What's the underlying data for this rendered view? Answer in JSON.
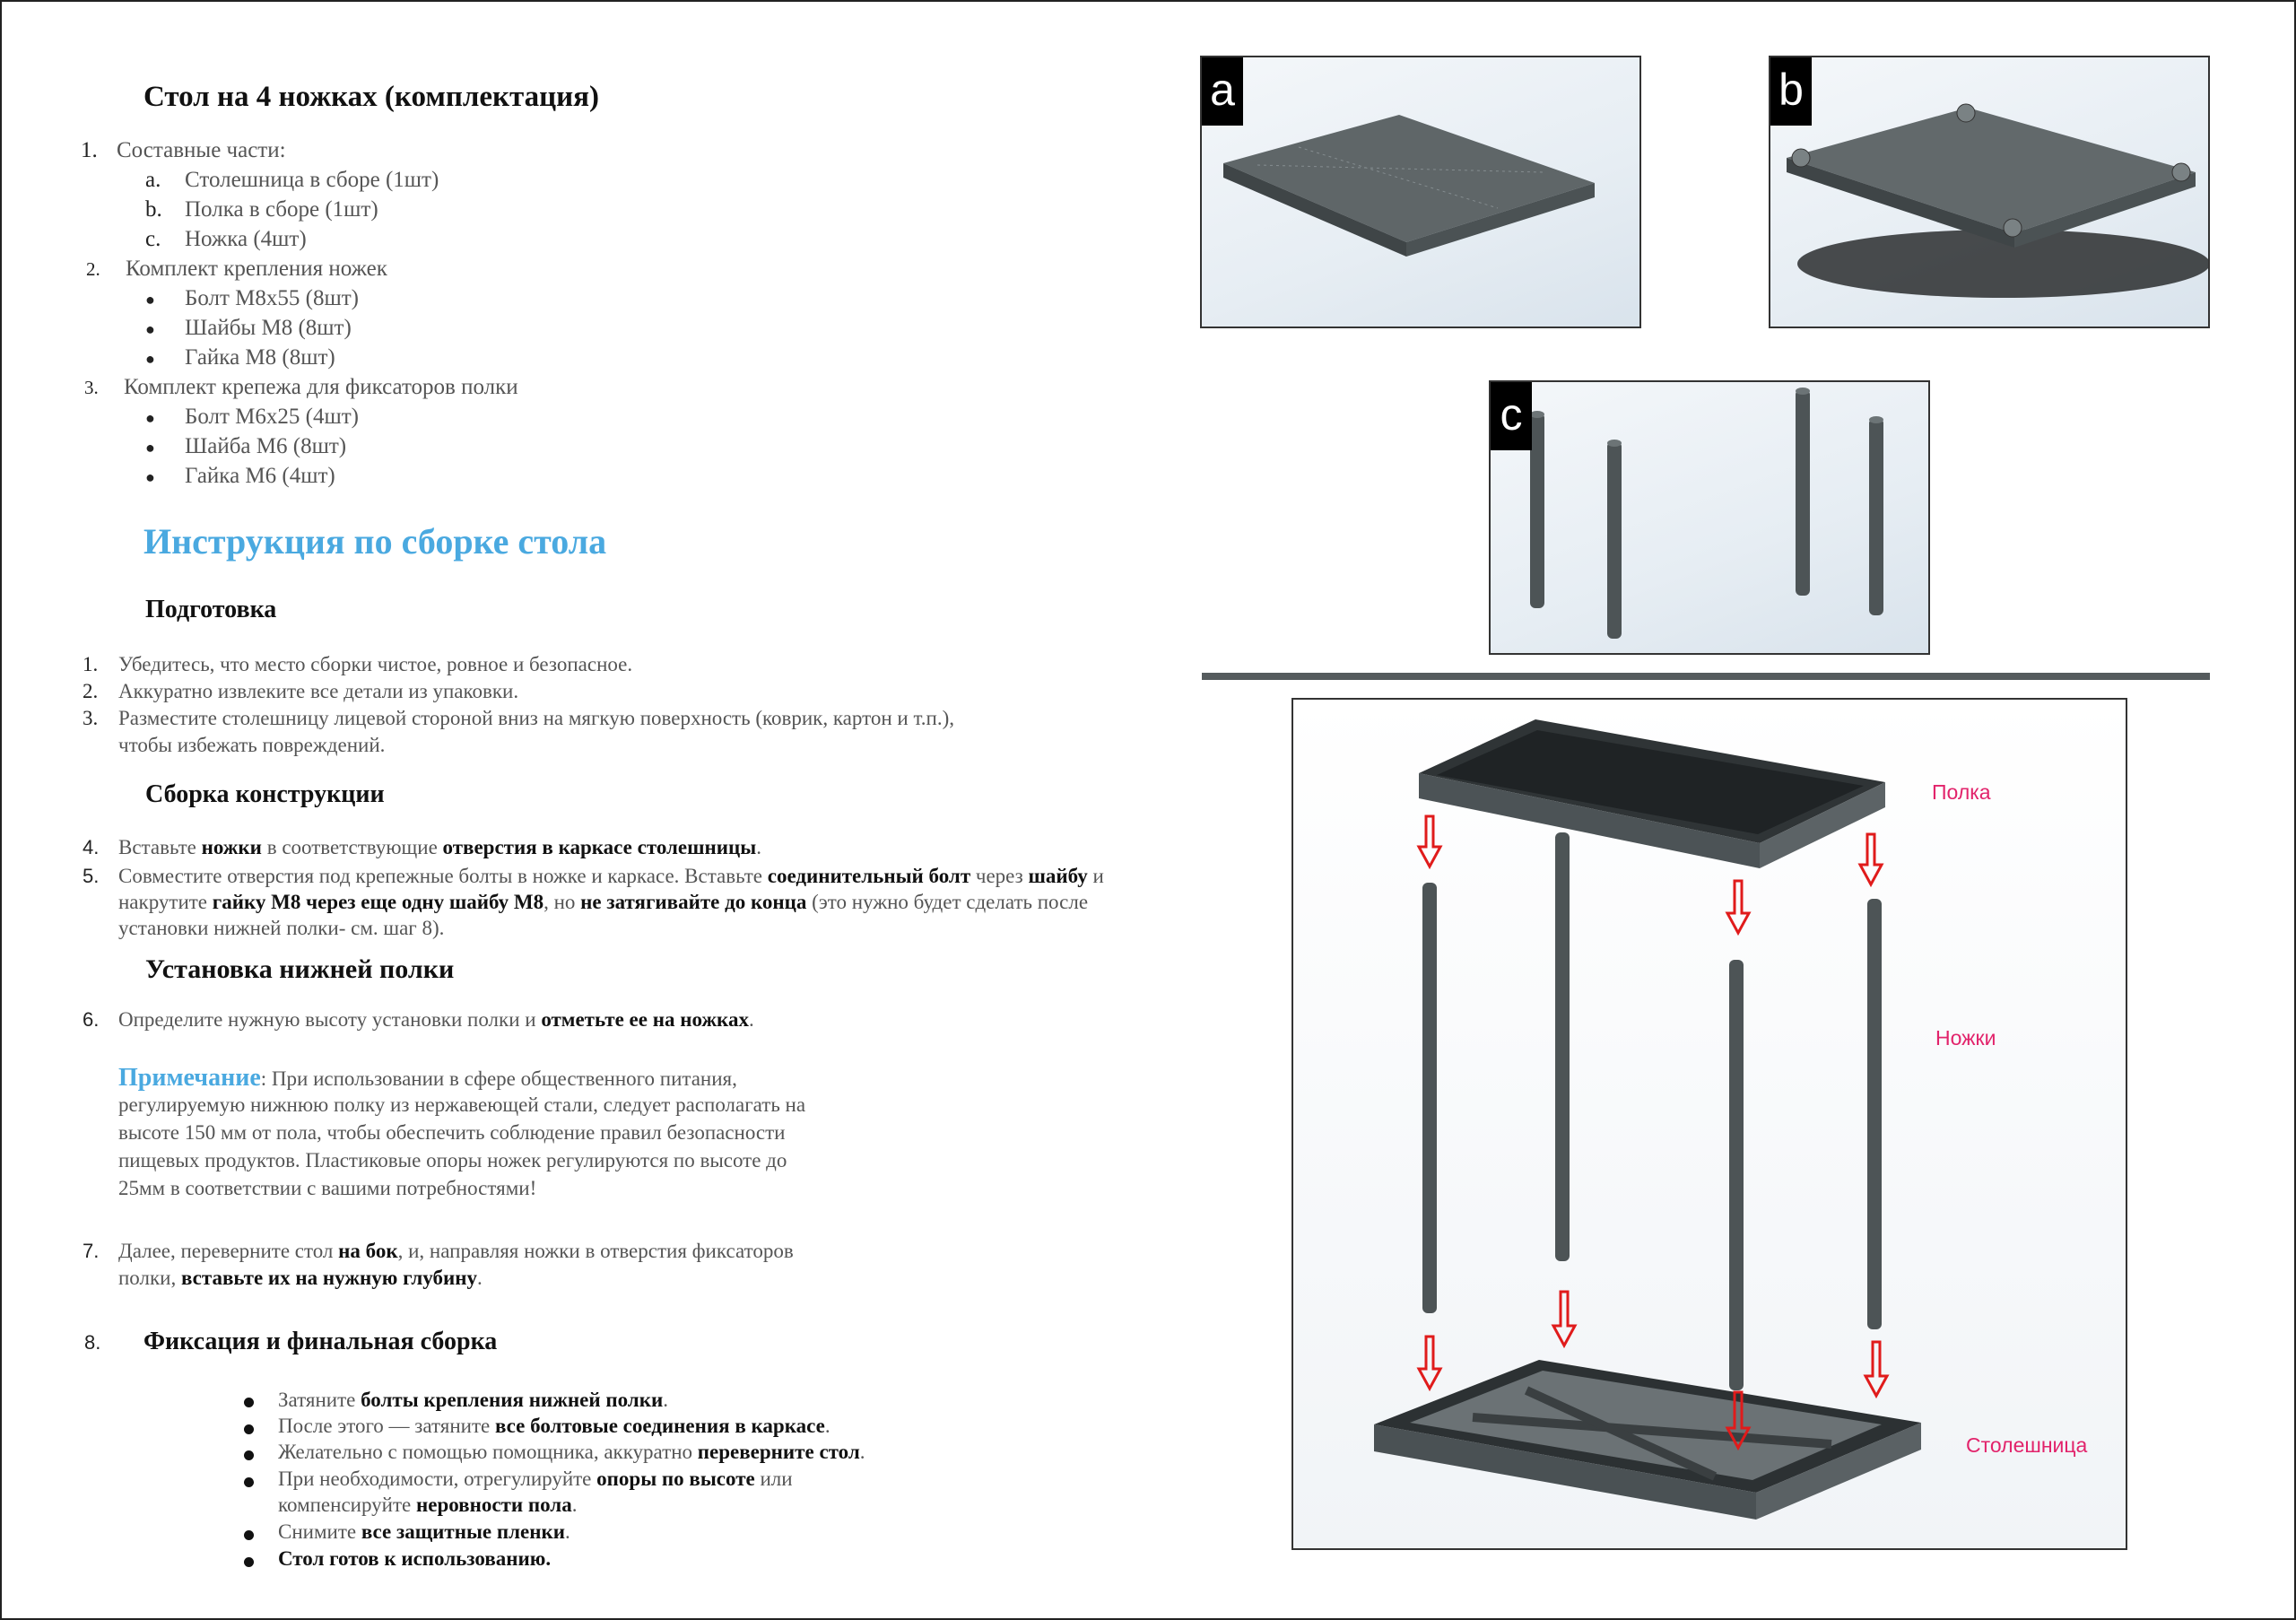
{
  "title": "Стол на 4 ножках (комплектация)",
  "parts": [
    {
      "num": "1.",
      "text": "Составные части:",
      "sub": [
        {
          "mark": "a.",
          "text": "Столешница в сборе (1шт)"
        },
        {
          "mark": "b.",
          "text": "Полка в сборе (1шт)"
        },
        {
          "mark": "c.",
          "text": "Ножка (4шт)"
        }
      ]
    },
    {
      "num": "2.",
      "text": "Комплект крепления ножек",
      "sub": [
        {
          "mark": "●",
          "text": "Болт М8х55 (8шт)"
        },
        {
          "mark": "●",
          "text": "Шайбы М8 (8шт)"
        },
        {
          "mark": "●",
          "text": "Гайка М8 (8шт)"
        }
      ]
    },
    {
      "num": "3.",
      "text": "Комплект крепежа для фиксаторов полки",
      "sub": [
        {
          "mark": "●",
          "text": "Болт М6х25 (4шт)"
        },
        {
          "mark": "●",
          "text": "Шайба М6 (8шт)"
        },
        {
          "mark": "●",
          "text": "Гайка М6 (4шт)"
        }
      ]
    }
  ],
  "instructions_heading": "Инструкция по сборке стола",
  "prep_heading": "Подготовка",
  "prep_steps": [
    {
      "num": "1.",
      "text": "Убедитесь, что место сборки чистое, ровное и безопасное."
    },
    {
      "num": "2.",
      "text": "Аккуратно извлеките все детали из упаковки."
    },
    {
      "num": "3.",
      "text": "Разместите столешницу лицевой стороной вниз на мягкую поверхность (коврик, картон и т.п.),"
    },
    {
      "num": "",
      "text": "чтобы избежать повреждений."
    }
  ],
  "assembly_heading": "Сборка конструкции",
  "step4": {
    "num": "4.",
    "p1": "Вставьте ",
    "b1": "ножки",
    "p2": " в соответствующие ",
    "b2": "отверстия в каркасе столешницы",
    "p3": "."
  },
  "step5": {
    "num": "5.",
    "l1_p1": "Совместите отверстия под крепежные болты в ножке и каркасе.  Вставьте ",
    "l1_b1": "соединительный болт",
    "l1_p2": " через ",
    "l1_b2": "шайбу",
    "l1_p3": " и",
    "l2_p1": "накрутите ",
    "l2_b1": "гайку М8 через еще одну шайбу М8",
    "l2_p2": ", но ",
    "l2_b2": "не затягивайте до конца",
    "l2_p3": " (это нужно будет сделать после",
    "l3": "установки нижней полки- см. шаг 8)."
  },
  "shelf_heading": "Установка нижней полки",
  "step6": {
    "num": "6.",
    "p1": "Определите нужную высоту установки полки и ",
    "b1": "отметьте ее на ножках",
    "p2": "."
  },
  "note": {
    "label": "Примечание",
    "l1": ": При использовании в сфере общественного питания,",
    "l2": "регулируемую нижнюю полку из нержавеющей стали, следует располагать на",
    "l3": "высоте 150 мм от пола, чтобы обеспечить соблюдение правил безопасности",
    "l4": "пищевых продуктов. Пластиковые опоры ножек регулируются по высоте до",
    "l5": "25мм в соответствии с вашими потребностями!"
  },
  "step7": {
    "num": "7.",
    "l1_p1": "Далее, переверните стол ",
    "l1_b1": "на бок",
    "l1_p2": ", и, направляя ножки в отверстия фиксаторов",
    "l2_p1": "полки, ",
    "l2_b1": "вставьте их на нужную глубину",
    "l2_p2": "."
  },
  "final": {
    "num": "8.",
    "heading": "Фиксация и финальная сборка"
  },
  "final_bullets": [
    {
      "p1": "Затяните ",
      "b1": "болты крепления нижней полки",
      "p2": "."
    },
    {
      "p1": "После этого — затяните ",
      "b1": "все болтовые соединения в каркасе",
      "p2": "."
    },
    {
      "p1": "Желательно с помощью помощника, аккуратно ",
      "b1": "переверните стол",
      "p2": "."
    },
    {
      "p1": "При необходимости, отрегулируйте ",
      "b1": "опоры по высоте",
      "p2": " или"
    },
    {
      "p1": "компенсируйте ",
      "b1": "неровности пола",
      "p2": "."
    },
    {
      "p1": "Снимите ",
      "b1": "все защитные пленки",
      "p2": "."
    },
    {
      "p1": "",
      "b1": "Стол готов к использованию.",
      "p2": ""
    }
  ],
  "figures": {
    "a": "a",
    "b": "b",
    "c": "c",
    "label_shelf": "Полка",
    "label_legs": "Ножки",
    "label_top": "Столешница"
  },
  "colors": {
    "accent_blue": "#4aa9e0",
    "label_red": "#e2236b",
    "arrow_red": "#e01b1b"
  }
}
